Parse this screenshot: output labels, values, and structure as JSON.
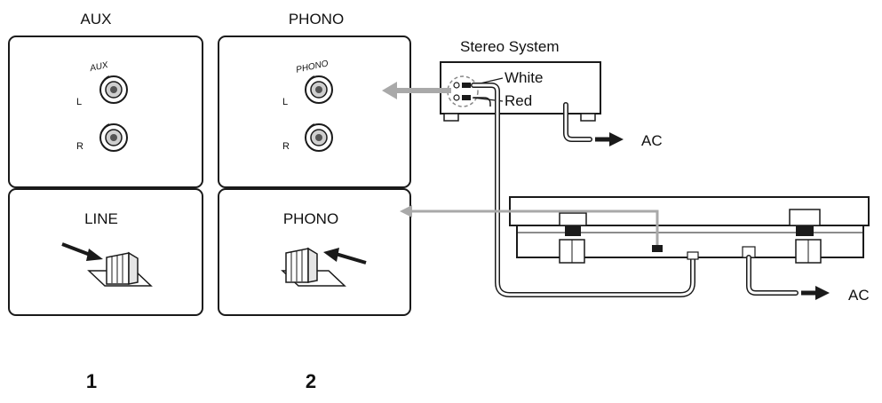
{
  "panels": {
    "aux": {
      "header": "AUX",
      "jack_label": "AUX",
      "left": "L",
      "right": "R",
      "switch_label": "LINE",
      "step": "1"
    },
    "phono": {
      "header": "PHONO",
      "jack_label": "PHONO",
      "left": "L",
      "right": "R",
      "switch_label": "PHONO",
      "step": "2"
    }
  },
  "stereo": {
    "title": "Stereo System",
    "white": "White",
    "red": "Red",
    "ac": "AC"
  },
  "turntable": {
    "ac": "AC"
  },
  "colors": {
    "stroke": "#1a1a1a",
    "arrow_gray": "#a9a9a9",
    "panel_fill": "#ffffff"
  }
}
